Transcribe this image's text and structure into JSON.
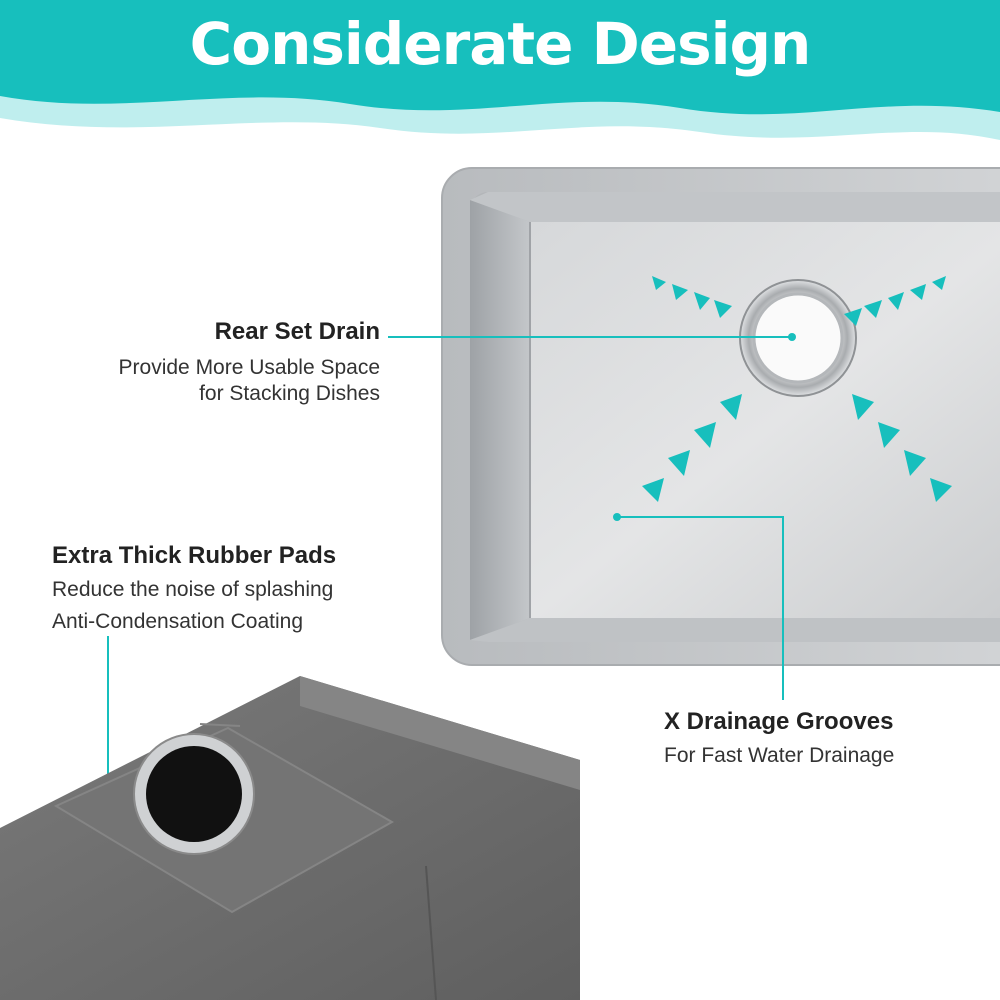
{
  "banner": {
    "title": "Considerate Design",
    "color": "#17bfbd",
    "wave_light": "#bfeeee"
  },
  "callouts": {
    "rear_set_drain": {
      "heading": "Rear Set Drain",
      "line1": "Provide More Usable Space",
      "line2": "for Stacking Dishes"
    },
    "rubber_pads": {
      "heading": "Extra Thick Rubber Pads",
      "line1": "Reduce the noise of splashing",
      "line2": "Anti-Condensation Coating"
    },
    "drainage_grooves": {
      "heading": "X Drainage Grooves",
      "line1": "For Fast Water Drainage"
    }
  },
  "colors": {
    "accent": "#17bfbd",
    "steel": "#c9cccf",
    "coating": "#6e6e6e"
  }
}
